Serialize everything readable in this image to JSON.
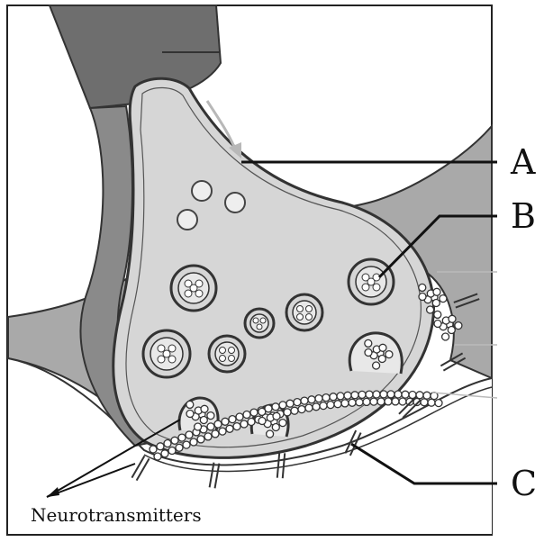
{
  "labels": {
    "a": "A",
    "b": "B",
    "c": "C",
    "neurotransmitters": "Neurotransmitters"
  },
  "colors": {
    "background": "#ffffff",
    "frame": "#222222",
    "axon_dark": "#6e6e6e",
    "terminal_fill": "#d6d6d6",
    "terminal_outline": "#333333",
    "myelin": "#9a9a9a",
    "postsynaptic": "#a9a9a9",
    "vesicle_fill": "#e8e8e8",
    "arrow": "#b8b8b8"
  }
}
